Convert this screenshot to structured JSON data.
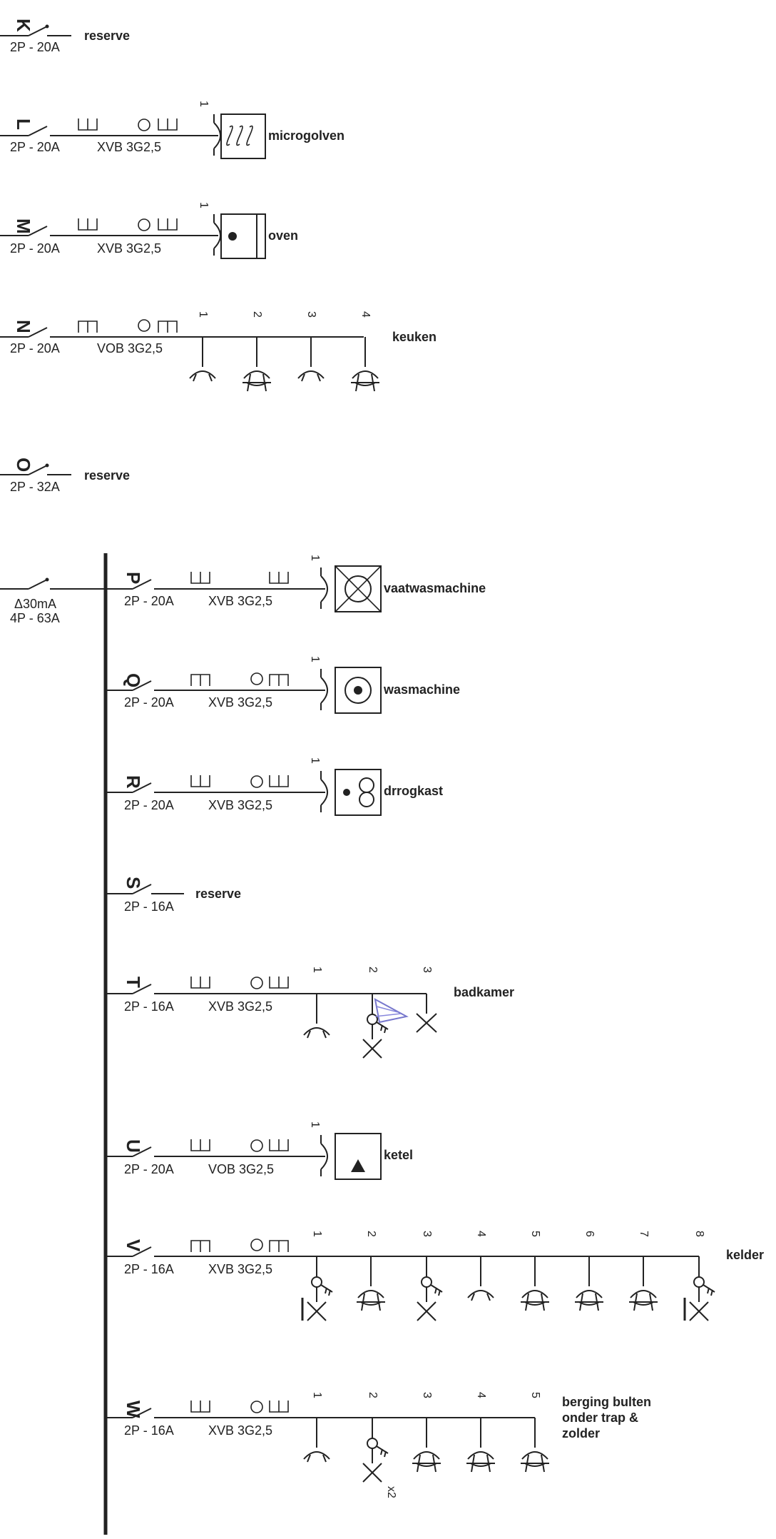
{
  "circuits": [
    {
      "id": "K",
      "rating": "2P - 20A",
      "cable": "",
      "name": "reserve"
    },
    {
      "id": "L",
      "rating": "2P - 20A",
      "cable": "XVB 3G2,5",
      "name": "microgolven",
      "point_numbers": [
        "1"
      ]
    },
    {
      "id": "M",
      "rating": "2P - 20A",
      "cable": "XVB 3G2,5",
      "name": "oven",
      "point_numbers": [
        "1"
      ]
    },
    {
      "id": "N",
      "rating": "2P - 20A",
      "cable": "VOB 3G2,5",
      "name": "keuken",
      "point_numbers": [
        "1",
        "2",
        "3",
        "4"
      ]
    },
    {
      "id": "O",
      "rating": "2P - 32A",
      "cable": "",
      "name": "reserve"
    },
    {
      "id": "P",
      "rating": "2P - 20A",
      "cable": "XVB 3G2,5",
      "name": "vaatwasmachine",
      "point_numbers": [
        "1"
      ]
    },
    {
      "id": "Q",
      "rating": "2P - 20A",
      "cable": "XVB 3G2,5",
      "name": "wasmachine",
      "point_numbers": [
        "1"
      ]
    },
    {
      "id": "R",
      "rating": "2P - 20A",
      "cable": "XVB 3G2,5",
      "name": "drrogkast",
      "point_numbers": [
        "1"
      ]
    },
    {
      "id": "S",
      "rating": "2P - 16A",
      "cable": "",
      "name": "reserve"
    },
    {
      "id": "T",
      "rating": "2P - 16A",
      "cable": "XVB 3G2,5",
      "name": "badkamer",
      "point_numbers": [
        "1",
        "2",
        "3"
      ]
    },
    {
      "id": "U",
      "rating": "2P - 20A",
      "cable": "VOB 3G2,5",
      "name": "ketel",
      "point_numbers": [
        "1"
      ]
    },
    {
      "id": "V",
      "rating": "2P - 16A",
      "cable": "XVB 3G2,5",
      "name": "kelder",
      "point_numbers": [
        "1",
        "2",
        "3",
        "4",
        "5",
        "6",
        "7",
        "8"
      ]
    },
    {
      "id": "W",
      "rating": "2P - 16A",
      "cable": "XVB 3G2,5",
      "name_lines": [
        "berging bulten",
        "onder trap &",
        "zolder"
      ],
      "point_numbers": [
        "1",
        "2",
        "3",
        "4",
        "5"
      ],
      "annotation": "x2"
    }
  ],
  "differential": {
    "sensitivity": "Δ30mA",
    "rating": "4P - 63A"
  }
}
